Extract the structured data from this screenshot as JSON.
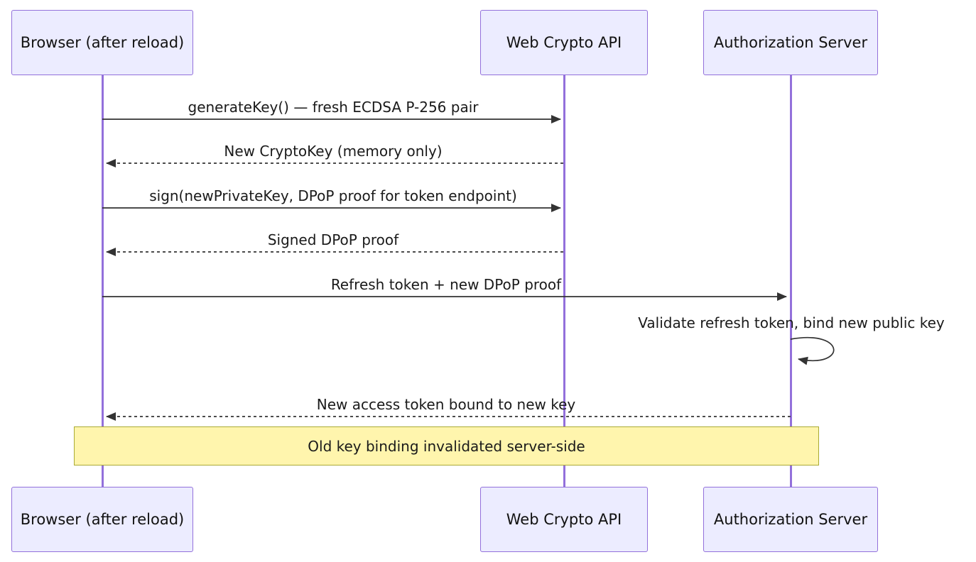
{
  "diagram": {
    "type": "sequence",
    "participants": [
      {
        "id": "browser",
        "label": "Browser (after reload)"
      },
      {
        "id": "webcrypto",
        "label": "Web Crypto API"
      },
      {
        "id": "authserver",
        "label": "Authorization Server"
      }
    ],
    "messages": [
      {
        "from": "browser",
        "to": "webcrypto",
        "style": "solid",
        "text": "generateKey() — fresh ECDSA P-256 pair"
      },
      {
        "from": "webcrypto",
        "to": "browser",
        "style": "dashed",
        "text": "New CryptoKey (memory only)"
      },
      {
        "from": "browser",
        "to": "webcrypto",
        "style": "solid",
        "text": "sign(newPrivateKey, DPoP proof for token endpoint)"
      },
      {
        "from": "webcrypto",
        "to": "browser",
        "style": "dashed",
        "text": "Signed DPoP proof"
      },
      {
        "from": "browser",
        "to": "authserver",
        "style": "solid",
        "text": "Refresh token + new DPoP proof"
      },
      {
        "from": "authserver",
        "to": "authserver",
        "style": "self",
        "text": "Validate refresh token, bind new public key"
      },
      {
        "from": "authserver",
        "to": "browser",
        "style": "dashed",
        "text": "New access token bound to new key"
      }
    ],
    "note": {
      "text": "Old key binding invalidated server-side"
    },
    "colors": {
      "participant_fill": "#ECECFF",
      "participant_border": "#9370DB",
      "lifeline": "#9370DB",
      "note_fill": "#FFF5AD",
      "note_border": "#AAAA33",
      "arrow": "#333333",
      "text": "#1A1A1A"
    }
  }
}
